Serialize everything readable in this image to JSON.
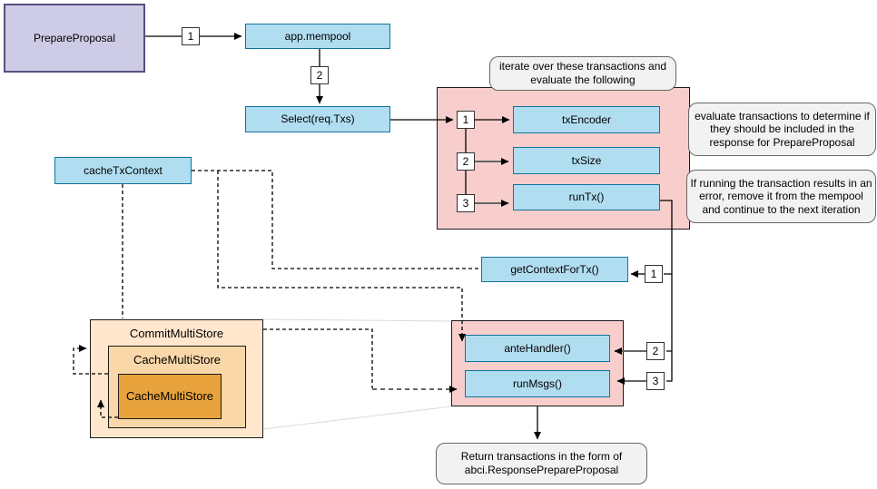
{
  "nodes": {
    "prepareProposal": "PrepareProposal",
    "appMempool": "app.mempool",
    "selectTxs": "Select(req.Txs)",
    "txEncoder": "txEncoder",
    "txSize": "txSize",
    "runTx": "runTx()",
    "cacheTxContext": "cacheTxContext",
    "getContextForTx": "getContextForTx()",
    "anteHandler": "anteHandler()",
    "runMsgs": "runMsgs()",
    "commitMultiStore": "CommitMultiStore",
    "cacheMultiStore": "CacheMultiStore",
    "cacheMultiStoreInner": "CacheMultiStore"
  },
  "notes": {
    "iterate": "iterate over these transactions and evaluate the following",
    "evaluate": "evaluate transactions to determine if they should be included in the response for PrepareProposal",
    "onError": "If running the transaction results in an error, remove it from the mempool and continue to the next iteration",
    "returnNote": "Return transactions in the form of abci.ResponsePrepareProposal"
  },
  "badges": {
    "flow": [
      "1",
      "2"
    ],
    "steps": [
      "1",
      "2",
      "3"
    ],
    "calls": [
      "1",
      "2",
      "3"
    ]
  },
  "colors": {
    "blueFill": "#B1DDF0",
    "blueStroke": "#10739E",
    "purpleFill": "#CDCBE5",
    "purpleStroke": "#56517E",
    "pinkFill": "#F8CECC",
    "orangeOuter": "#FFE6CC",
    "orangeMid": "#FAD7A8",
    "orangeInner": "#E8A33D",
    "noteFill": "#F2F2F2",
    "noteStroke": "#666666",
    "connector": "#000000",
    "connectorGray": "#666666"
  }
}
